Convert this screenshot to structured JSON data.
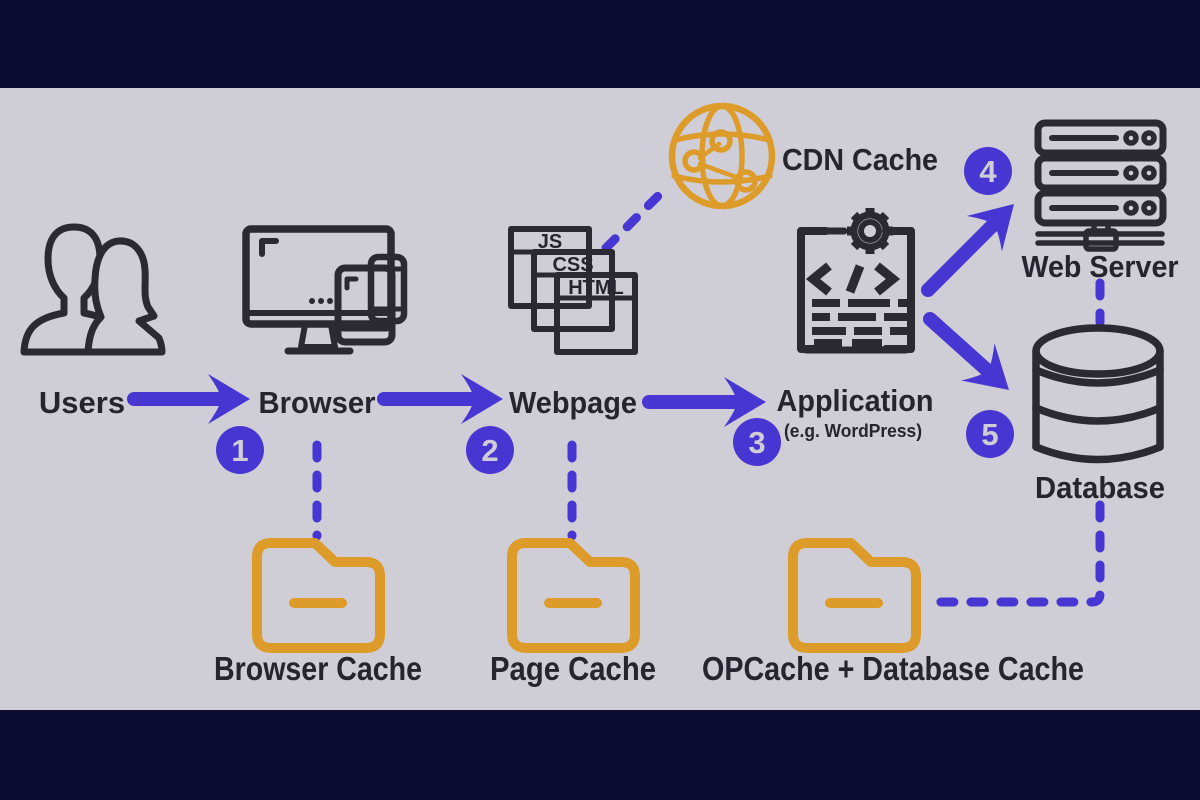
{
  "title": "Web caching flow diagram",
  "colors": {
    "background_navy": "#0d0c32",
    "panel_gray": "#cfcdd6",
    "accent_purple": "#4836d2",
    "cache_orange": "#dd9c2a",
    "icon_ink": "#2b2a33",
    "label_text": "#26242e"
  },
  "flow": {
    "users": {
      "label": "Users"
    },
    "browser": {
      "label": "Browser"
    },
    "webpage": {
      "label": "Webpage",
      "files": {
        "js": "JS",
        "css": "CSS",
        "html": "HTML"
      }
    },
    "application": {
      "label": "Application",
      "sublabel": "(e.g. WordPress)"
    },
    "web_server": {
      "label": "Web Server"
    },
    "database": {
      "label": "Database"
    }
  },
  "caches": {
    "cdn": {
      "label": "CDN Cache"
    },
    "browser": {
      "label": "Browser Cache"
    },
    "page": {
      "label": "Page Cache"
    },
    "op_db": {
      "label": "OPCache + Database Cache"
    }
  },
  "steps": {
    "s1": "1",
    "s2": "2",
    "s3": "3",
    "s4": "4",
    "s5": "5"
  }
}
